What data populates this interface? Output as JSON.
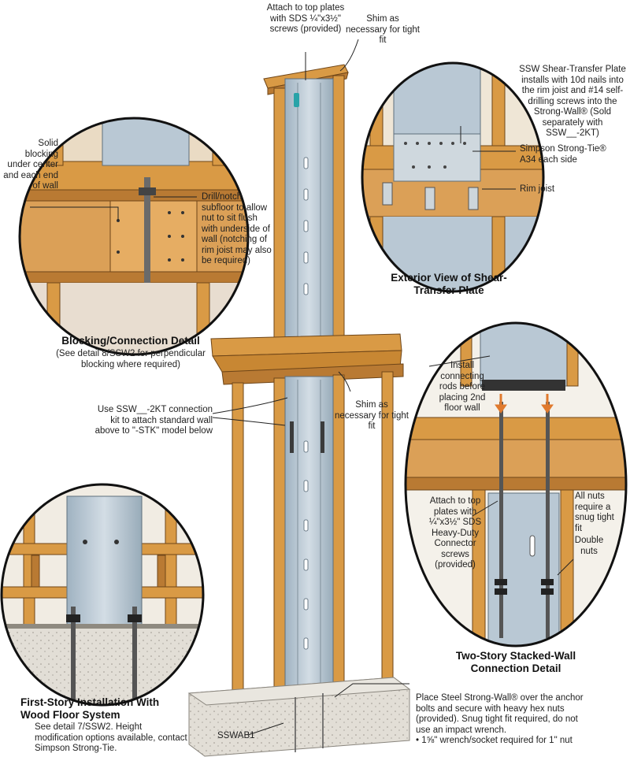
{
  "callouts": {
    "attach_top": "Attach to top plates with SDS ¼\"x3½\" screws (provided)",
    "shim_top": "Shim as necessary for tight fit",
    "ssw_plate": "SSW Shear-Transfer Plate installs with 10d nails into the rim joist and #14 self-drilling screws into the Strong-Wall® (Sold separately with SSW__-2KT)",
    "a34": "Simpson Strong-Tie® A34 each side",
    "rim_joist": "Rim joist",
    "solid_blocking": "Solid blocking under center and each end of wall",
    "drill_notch": "Drill/notch subfloor to allow nut to sit flush with underside of wall (notching of rim joist may also be required)",
    "install_rods": "Install connecting rods before placing 2nd floor wall",
    "use_kit": "Use SSW__-2KT connection kit to attach standard wall above to \"-STK\" model below",
    "shim_mid": "Shim as necessary for tight fit",
    "attach_top2": "Attach to top plates with ¼\"x3½\" SDS Heavy-Duty Connector screws (provided)",
    "all_nuts": "All nuts require a snug tight fit",
    "double_nuts": "Double nuts",
    "place_steel_1": "Place Steel Strong-Wall® over the anchor bolts and secure with heavy hex nuts (provided). Snug tight fit required, do not use an impact wrench.",
    "place_steel_2": "• 1⅝\" wrench/socket required for 1\" nut",
    "sswab1": "SSWAB1"
  },
  "details": {
    "exterior_title": "Exterior View of Shear-Transfer Plate",
    "blocking_title": "Blocking/Connection Detail",
    "blocking_note": "(See detail 8/SSW2 for perpendicular blocking where required)",
    "twostory_title": "Two-Story Stacked-Wall Connection Detail",
    "firststory_title": "First-Story Installation With Wood Floor System",
    "firststory_note": "See detail 7/SSW2. Height modification options available, contact Simpson Strong-Tie."
  },
  "colors": {
    "wood": "#d99a45",
    "wood_dark": "#a8692a",
    "steel": "#b9c8d4",
    "concrete": "#dedbd3",
    "rod_arrow": "#e07a2e"
  }
}
